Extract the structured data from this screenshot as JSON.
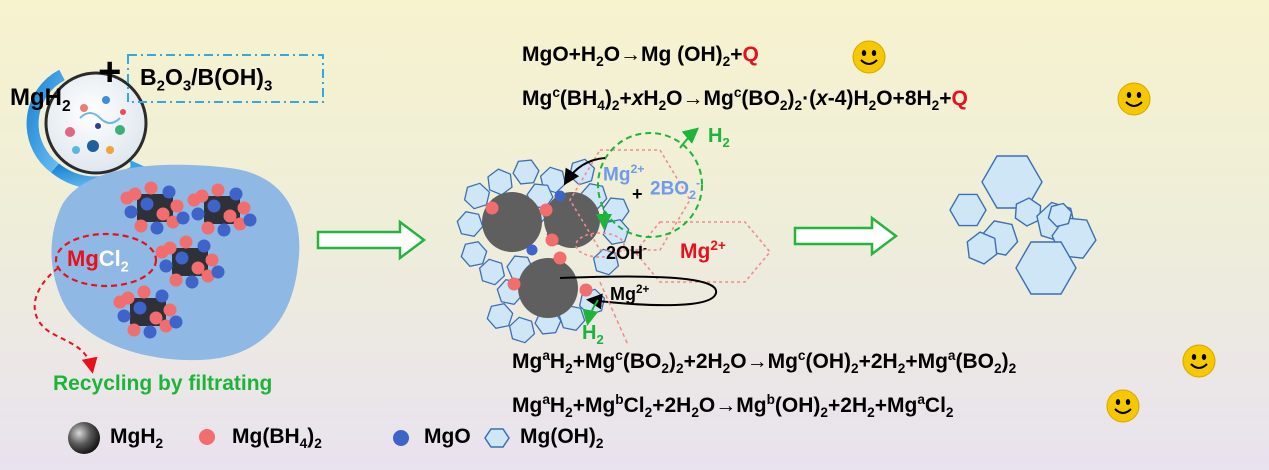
{
  "reactants": {
    "mgh2": {
      "base": "MgH",
      "sub": "2"
    },
    "plus": "+",
    "boron": {
      "b": "B",
      "sub1": "2",
      "o": "O",
      "sub2": "3",
      "rest": "/B(OH)",
      "sub3": "3"
    }
  },
  "mgcl2": {
    "mg": "Mg",
    "cl": "Cl",
    "sub": "2"
  },
  "recycle_label": "Recycling by filtrating",
  "mid": {
    "h2_top": {
      "base": "H",
      "sub": "2"
    },
    "mg_top": {
      "base": "Mg",
      "sup": "2+"
    },
    "plus": "+",
    "bo2": {
      "pre": "2BO",
      "sub": "2",
      "sup": "-"
    },
    "oh": {
      "base": "2OH",
      "sup": "-"
    },
    "mg_right": {
      "base": "Mg",
      "sup": "2+"
    },
    "mg_bottom": {
      "base": "Mg",
      "sup": "2+"
    },
    "h2_bottom": {
      "base": "H",
      "sub": "2"
    }
  },
  "equations": {
    "eq1": {
      "p1": "MgO+H",
      "s1": "2",
      "p2": "O→Mg (OH)",
      "s2": "2",
      "p3": "+",
      "q": "Q"
    },
    "eq2": {
      "p1": "Mg",
      "s1": "c",
      "p2": "(BH",
      "s2": "4",
      "p3": ")",
      "s3": "2",
      "p4": "+",
      "x1": "x",
      "p5": "H",
      "s4": "2",
      "p6": "O→Mg",
      "s5": "c",
      "p7": "(BO",
      "s6": "2",
      "p8": ")",
      "s7": "2",
      "p9": "·(",
      "x2": "x",
      "p10": "-4)H",
      "s8": "2",
      "p11": "O+8H",
      "s9": "2",
      "p12": "+",
      "q": "Q"
    },
    "eq3": {
      "p1": "Mg",
      "s1": "a",
      "p2": "H",
      "s2": "2",
      "p3": "+Mg",
      "s3": "c",
      "p4": "(BO",
      "s4": "2",
      "p5": ")",
      "s5": "2",
      "p6": "+2H",
      "s6": "2",
      "p7": "O→Mg",
      "s7": "c",
      "p8": "(OH)",
      "s8": "2",
      "p9": "+2H",
      "s9": "2",
      "p10": "+Mg",
      "s10": "a",
      "p11": "(BO",
      "s11": "2",
      "p12": ")",
      "s12": "2"
    },
    "eq4": {
      "p1": "Mg",
      "s1": "a",
      "p2": "H",
      "s2": "2",
      "p3": "+Mg",
      "s3": "b",
      "p4": "Cl",
      "s4": "2",
      "p5": "+2H",
      "s5": "2",
      "p6": "O→Mg",
      "s6": "b",
      "p7": "(OH)",
      "s7": "2",
      "p8": "+2H",
      "s8": "2",
      "p9": "+Mg",
      "s9": "a",
      "p10": "Cl",
      "s10": "2"
    }
  },
  "legend": {
    "mgh2": {
      "base": "MgH",
      "sub": "2"
    },
    "mgbh4": {
      "p1": "Mg(BH",
      "s1": "4",
      "p2": ")",
      "s2": "2"
    },
    "mgo": "MgO",
    "mgoh2": {
      "base": "Mg(OH)",
      "sub": "2"
    }
  },
  "colors": {
    "mgh2_particle": "#5f5f5f",
    "mgbh4_particle": "#f26d6d",
    "mgo_particle": "#3e63c9",
    "mgoh2_hex_fill": "#cfe6f7",
    "mgoh2_hex_stroke": "#3b6fb6",
    "blob": "#8fb8e4",
    "arrow_green": "#27b33f",
    "h2_green": "#1db43a",
    "q_red": "#e8101c",
    "smiley": "#f6c800"
  },
  "icons": [
    "ball-mill-jar-icon",
    "rotation-arrow-icon",
    "smiley-face-icon",
    "reaction-arrow-icon"
  ]
}
